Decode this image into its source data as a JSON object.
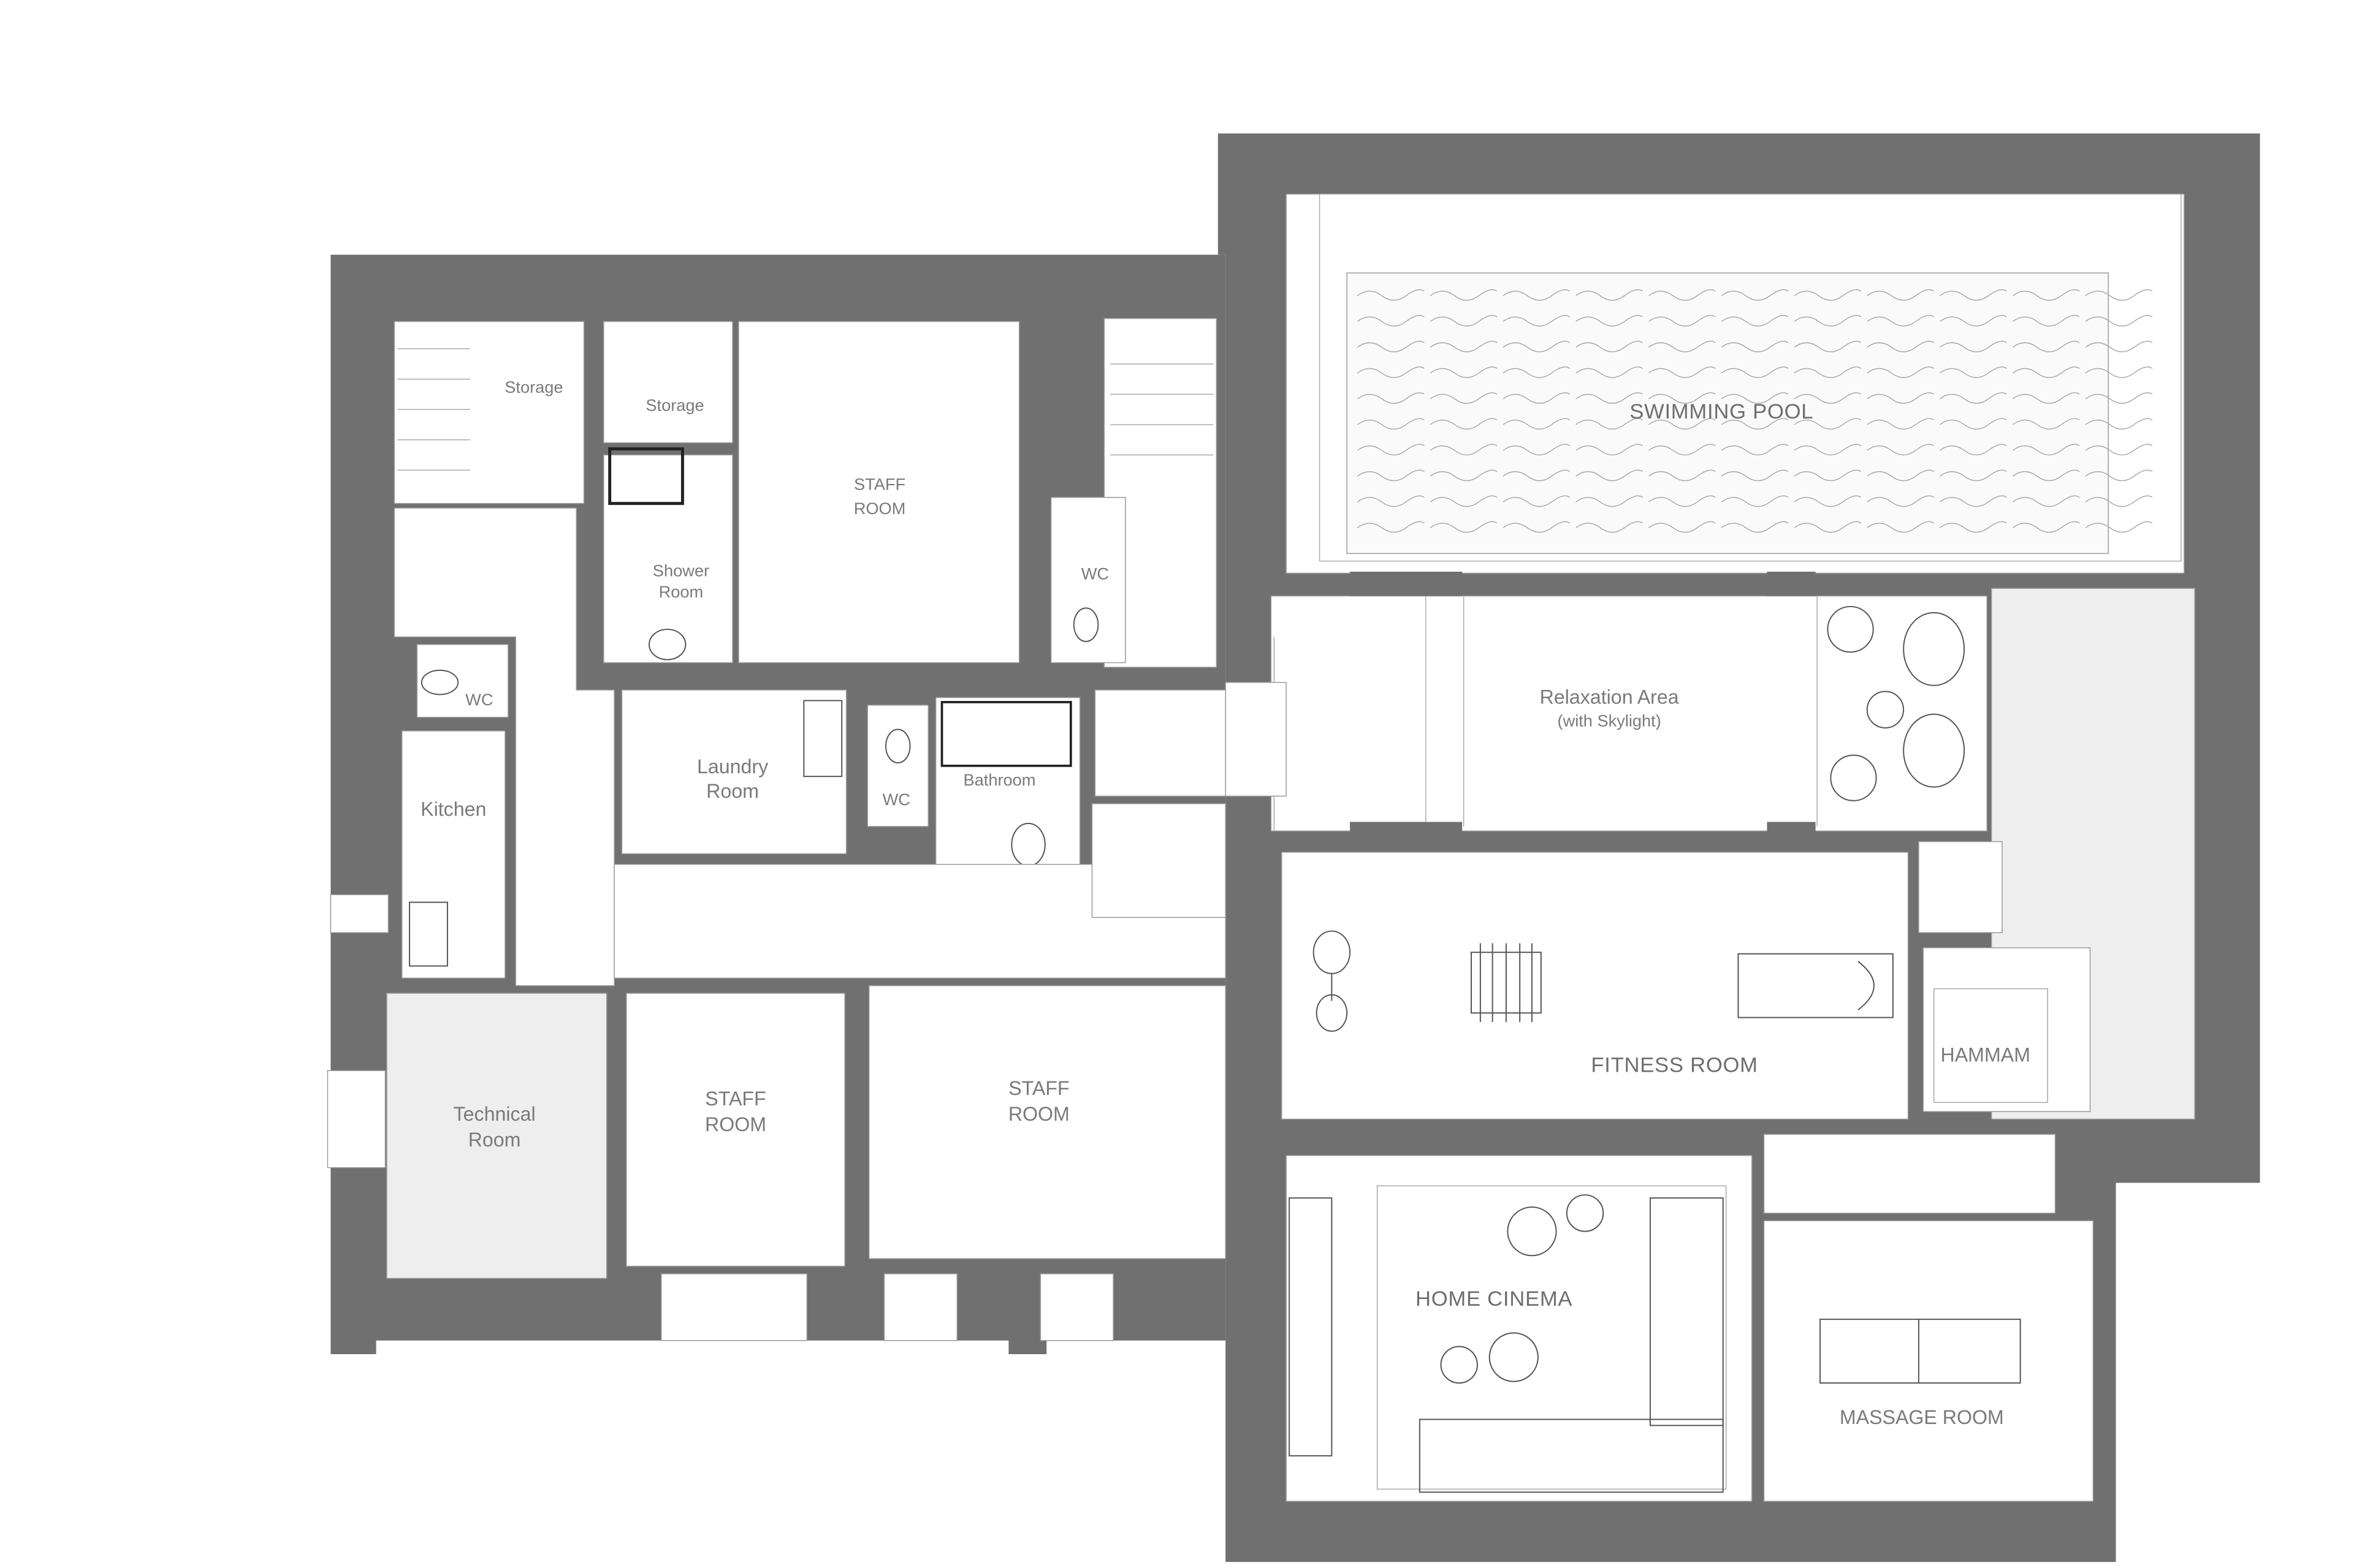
{
  "colors": {
    "wall": "#707070",
    "floor": "#ffffff",
    "shaded_floor": "#eeeeee",
    "label": "#7a7a7a",
    "fixture": "#555555"
  },
  "rooms": {
    "storage_1": "Storage",
    "storage_2": "Storage",
    "staff_room_top": [
      "STAFF",
      "ROOM"
    ],
    "shower_room": [
      "Shower",
      "Room"
    ],
    "wc_top": "WC",
    "wc_left": "WC",
    "kitchen": "Kitchen",
    "laundry_room": [
      "Laundry",
      "Room"
    ],
    "wc_mid": "WC",
    "bathroom": "Bathroom",
    "technical_room": [
      "Technical",
      "Room"
    ],
    "staff_room_mid": [
      "STAFF",
      "ROOM"
    ],
    "staff_room_right": [
      "STAFF",
      "ROOM"
    ],
    "swimming_pool": "SWIMMING POOL",
    "relaxation_area": "Relaxation Area",
    "relaxation_note": "(with Skylight)",
    "fitness_room": "FITNESS ROOM",
    "hammam": "HAMMAM",
    "home_cinema": "HOME CINEMA",
    "massage_room": "MASSAGE ROOM"
  }
}
